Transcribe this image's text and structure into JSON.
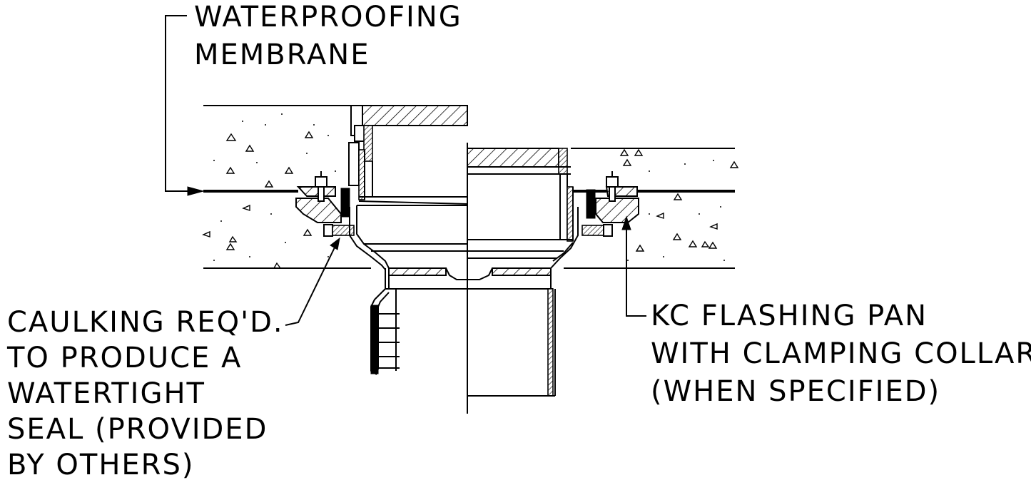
{
  "callouts": {
    "membrane": [
      "WATERPROOFING",
      "MEMBRANE"
    ],
    "caulking": [
      "CAULKING REQ'D.",
      "TO PRODUCE A",
      "WATERTIGHT",
      "SEAL (PROVIDED",
      "BY OTHERS)"
    ],
    "flashing": [
      "KC FLASHING PAN",
      "WITH CLAMPING COLLAR",
      "(WHEN SPECIFIED)"
    ]
  }
}
